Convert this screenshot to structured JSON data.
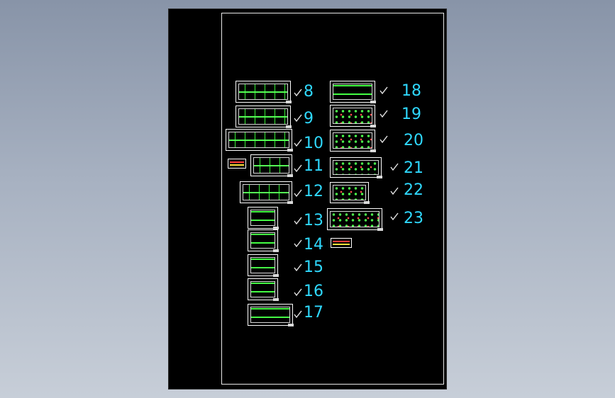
{
  "sheets_left": [
    {
      "label": "8",
      "variant": "beam"
    },
    {
      "label": "9",
      "variant": "beam"
    },
    {
      "label": "10",
      "variant": "beam"
    },
    {
      "label": "11",
      "variant": "beam"
    },
    {
      "label": "12",
      "variant": "beam"
    },
    {
      "label": "13",
      "variant": "rows"
    },
    {
      "label": "14",
      "variant": "rows"
    },
    {
      "label": "15",
      "variant": "rows"
    },
    {
      "label": "16",
      "variant": "rows"
    },
    {
      "label": "17",
      "variant": "rows"
    }
  ],
  "sheets_right": [
    {
      "label": "18",
      "variant": "rows"
    },
    {
      "label": "19",
      "variant": "cols"
    },
    {
      "label": "20",
      "variant": "cols"
    },
    {
      "label": "21",
      "variant": "cols"
    },
    {
      "label": "22",
      "variant": "cols"
    },
    {
      "label": "23",
      "variant": "cols"
    }
  ],
  "colors": {
    "number": "#2fd9ff",
    "check": "#e6e6e6",
    "drawing_lines": "#3cff3c",
    "background": "#000000",
    "workspace": "#a2adbd"
  }
}
